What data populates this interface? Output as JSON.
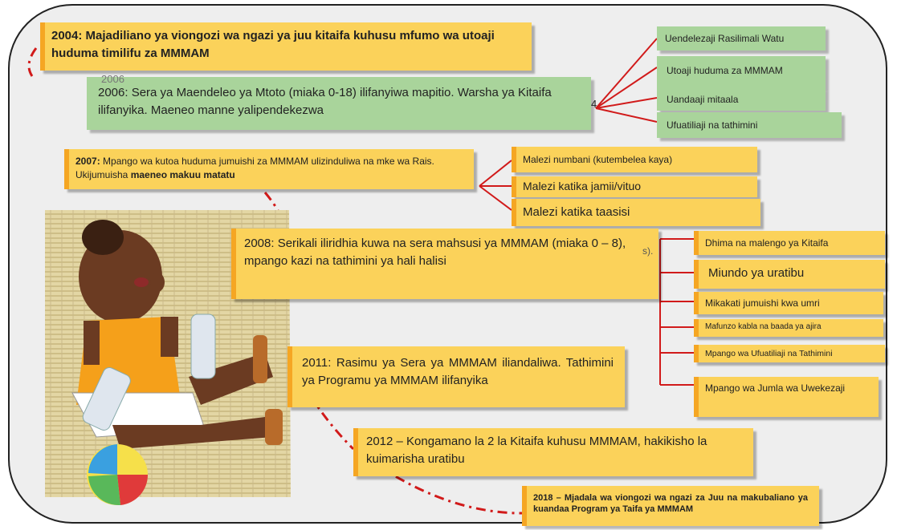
{
  "timeline": {
    "e2004": {
      "year": "2004:",
      "text": "Majadiliano ya viongozi wa ngazi ya juu kitaifa kuhusu mfumo wa utoaji huduma timilifu za MMMAM"
    },
    "e2006": {
      "text": "2006: Sera ya Maendeleo ya Mtoto (miaka 0-18) ilifanyiwa mapitio. Warsha ya Kitaifa ilifanyika. Maeneo manne yalipendekezwa",
      "behind": "2006"
    },
    "e2007": {
      "year": "2007:",
      "text": "Mpango wa kutoa huduma jumuishi za MMMAM ulizinduliwa na mke wa Rais. Ukijumuisha ",
      "emph": "maeneo makuu matatu"
    },
    "e2008": {
      "text": "2008: Serikali iliridhia kuwa na sera mahsusi ya MMMAM (miaka 0 – 8), mpango kazi na tathimini ya hali halisi"
    },
    "e2011": {
      "text": "2011: Rasimu ya Sera ya MMMAM iliandaliwa. Tathimini ya Programu ya MMMAM ilifanyika"
    },
    "e2012": {
      "text": "2012 – Kongamano la 2 la Kitaifa kuhusu MMMAM, hakikisho la kuimarisha uratibu"
    },
    "e2018": {
      "text": "2018 – Mjadala wa viongozi wa ngazi za Juu na makubaliano ya kuandaa Program ya Taifa ya MMMAM"
    }
  },
  "areas2006": [
    "Uendelezaji Rasilimali Watu",
    "Utoaji huduma za MMMAM",
    "Uandaaji mitaala",
    "Ufuatiliaji na tathimini"
  ],
  "areas2007": [
    "Malezi numbani (kutembelea kaya)",
    "Malezi katika jamii/vituo",
    "Malezi katika taasisi"
  ],
  "areas2008": [
    "Dhima na malengo ya Kitaifa",
    "Miundo ya uratibu",
    "Mikakati jumuishi kwa umri",
    "Mafunzo kabla na baada ya ajira",
    "Mpango wa Ufuatiliaji na Tathimini",
    "Mpango wa Jumla wa Uwekezaji"
  ],
  "fragments": {
    "four": "4",
    "s_paren": "s)."
  },
  "colors": {
    "yellow": "#fbd25a",
    "green": "#a9d49b",
    "connector": "#d11a1a"
  }
}
